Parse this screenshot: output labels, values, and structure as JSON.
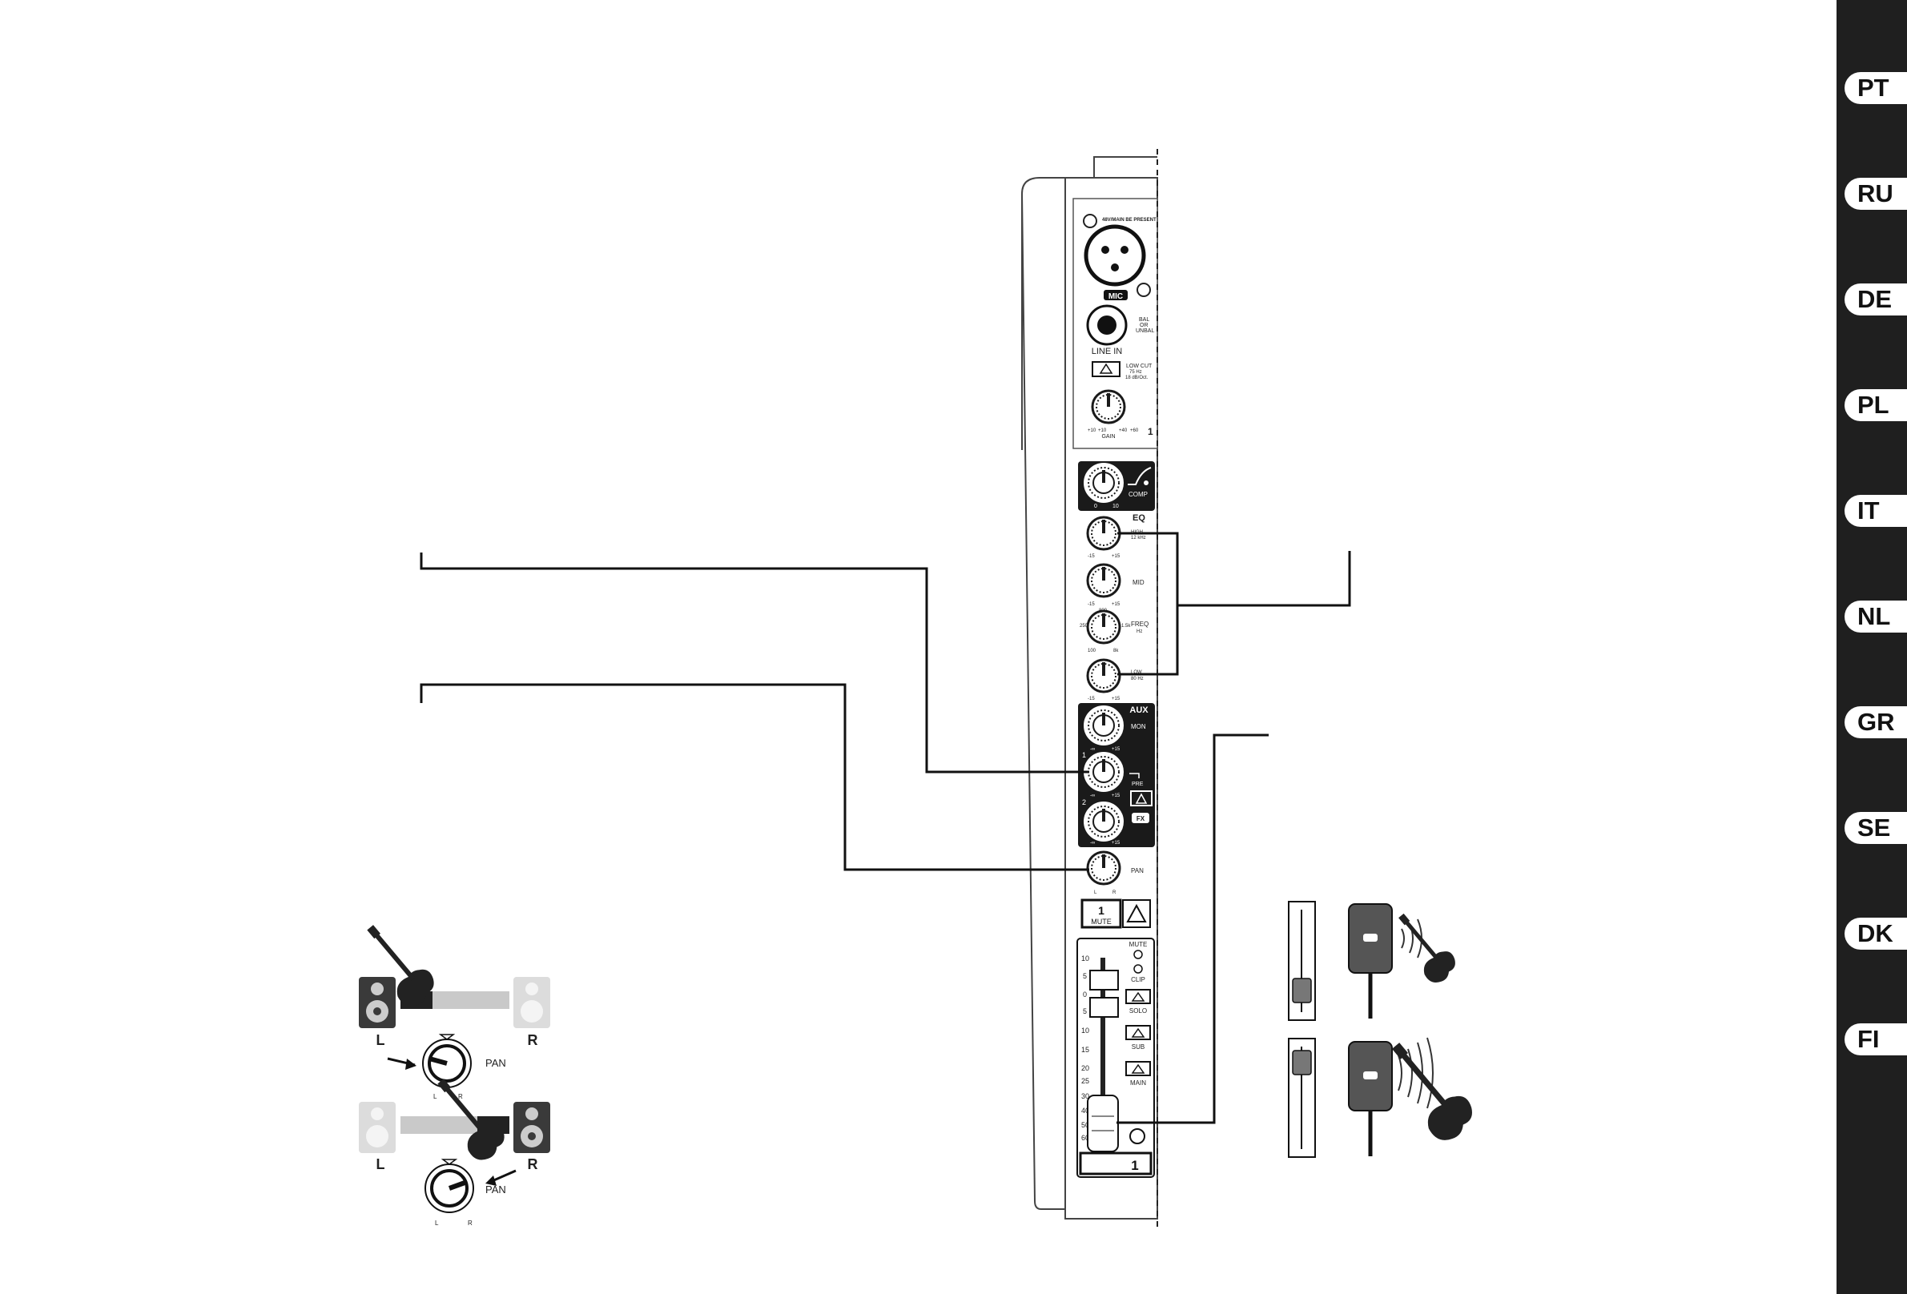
{
  "language_tabs": [
    "PT",
    "RU",
    "DE",
    "PL",
    "IT",
    "NL",
    "GR",
    "SE",
    "DK",
    "FI"
  ],
  "channel_strip": {
    "input_labels": {
      "top_note": "48V/MAIN BE PRESENT",
      "mic": "MIC",
      "line_in": "LINE IN",
      "bal_unbal": [
        "BAL",
        "OR",
        "UNBAL"
      ],
      "low_cut": [
        "LOW CUT",
        "75 Hz",
        "18 dB/Oct."
      ],
      "gain_scale": [
        "+10",
        "+10",
        "+40",
        "+60"
      ],
      "gain": "GAIN",
      "channel_number": "1"
    },
    "comp": {
      "label": "COMP",
      "scale": [
        "0",
        "10"
      ]
    },
    "eq": {
      "label": "EQ",
      "high": "HIGH",
      "high_freq": "12 kHz",
      "mid": "MID",
      "freq": "FREQ",
      "freq_unit": "Hz",
      "freq_scale": [
        "100",
        "8k"
      ],
      "freq_mid": "800",
      "freq_side_left": "250",
      "freq_side_right": "1.5k",
      "low": "LOW",
      "low_freq": "80 Hz",
      "scale": [
        "-15",
        "+15"
      ]
    },
    "aux": {
      "label": "AUX",
      "mon": "MON",
      "send1_number": "1",
      "pre": "PRE",
      "send2_number": "2",
      "fx": "FX",
      "scale": [
        "-∞",
        "+15"
      ]
    },
    "pan": {
      "label": "PAN",
      "left": "L",
      "right": "R"
    },
    "mute": {
      "number": "1",
      "label": "MUTE"
    },
    "fader_section": {
      "indicators": [
        "MUTE",
        "CLIP",
        "SOLO",
        "SUB",
        "MAIN"
      ],
      "scale": [
        "10",
        "5",
        "0",
        "5",
        "10",
        "15",
        "20",
        "25",
        "30",
        "40",
        "50",
        "60"
      ],
      "channel_number": "1"
    }
  },
  "pan_illustration": {
    "left": "L",
    "right": "R",
    "knob_label": "PAN",
    "knob_left": "L",
    "knob_right": "R"
  }
}
